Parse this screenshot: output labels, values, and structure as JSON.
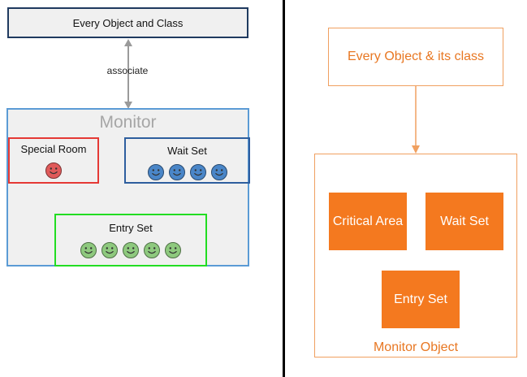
{
  "left_diagram": {
    "top_box_label": "Every Object and Class",
    "association_label": "associate",
    "monitor": {
      "title": "Monitor",
      "special_room": {
        "label": "Special Room",
        "face_count": 1,
        "face_color": "#e05a5a"
      },
      "wait_set": {
        "label": "Wait Set",
        "face_count": 4,
        "face_color": "#4a86c8"
      },
      "entry_set": {
        "label": "Entry Set",
        "face_count": 5,
        "face_color": "#8ec97e"
      }
    }
  },
  "right_diagram": {
    "top_box_label": "Every Object & its class",
    "critical_area_label": "Critical Area",
    "wait_set_label": "Wait Set",
    "entry_set_label": "Entry Set",
    "monitor_object_label": "Monitor Object",
    "accent_color": "#f4791f"
  }
}
